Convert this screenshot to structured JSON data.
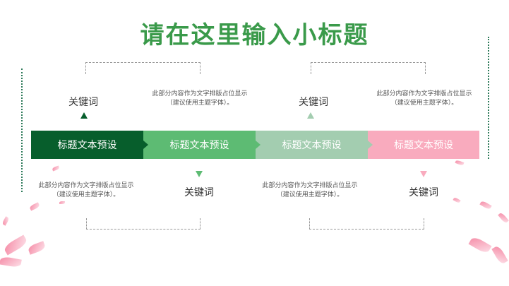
{
  "title": "请在这里输入小标题",
  "segments": [
    {
      "label": "标题文本预设",
      "color": "#075e2c"
    },
    {
      "label": "标题文本预设",
      "color": "#5dbb73"
    },
    {
      "label": "标题文本预设",
      "color": "#a3cdb0"
    },
    {
      "label": "标题文本预设",
      "color": "#f9abbe"
    }
  ],
  "keywords": [
    "关键词",
    "关键词",
    "关键词",
    "关键词"
  ],
  "descriptions": [
    {
      "line1": "此部分内容作为文字排版占位显示",
      "line2": "（建议使用主题字体）。"
    },
    {
      "line1": "此部分内容作为文字排版占位显示",
      "line2": "（建议使用主题字体）。"
    },
    {
      "line1": "此部分内容作为文字排版占位显示",
      "line2": "（建议使用主题字体）。"
    },
    {
      "line1": "此部分内容作为文字排版占位显示",
      "line2": "（建议使用主题字体）。"
    }
  ]
}
